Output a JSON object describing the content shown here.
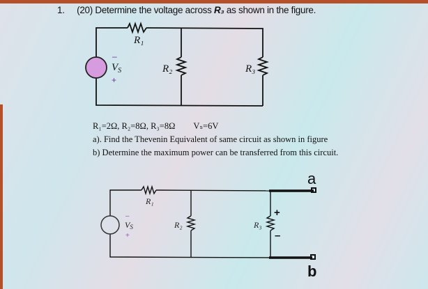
{
  "question": {
    "number": "1.",
    "points": "(20)",
    "text_before": "Determine the voltage across",
    "target": "R₃",
    "text_after": "as shown in the figure."
  },
  "circuit1": {
    "labels": {
      "r1": "R₁",
      "r2": "R₂",
      "r3": "R₃",
      "vs": "V",
      "vs_sub": "S",
      "minus": "–",
      "plus": "+"
    },
    "source_color": "#d79be0"
  },
  "given": {
    "resistors": "R₁=2Ω, R₂=8Ω, R₃=8Ω",
    "source": "Vₛ=6V",
    "part_a": "a). Find the Thevenin Equivalent of same circuit as shown in figure",
    "part_b": "b) Determine the maximum power can be transferred from this circuit."
  },
  "circuit2": {
    "labels": {
      "r1": "R₁",
      "r2": "R₂",
      "r3": "R₃",
      "vs": "V",
      "vs_sub": "S",
      "minus": "–",
      "plus": "+",
      "r3_plus": "+",
      "r3_minus": "–",
      "terminal_a": "a",
      "terminal_b": "b"
    }
  }
}
